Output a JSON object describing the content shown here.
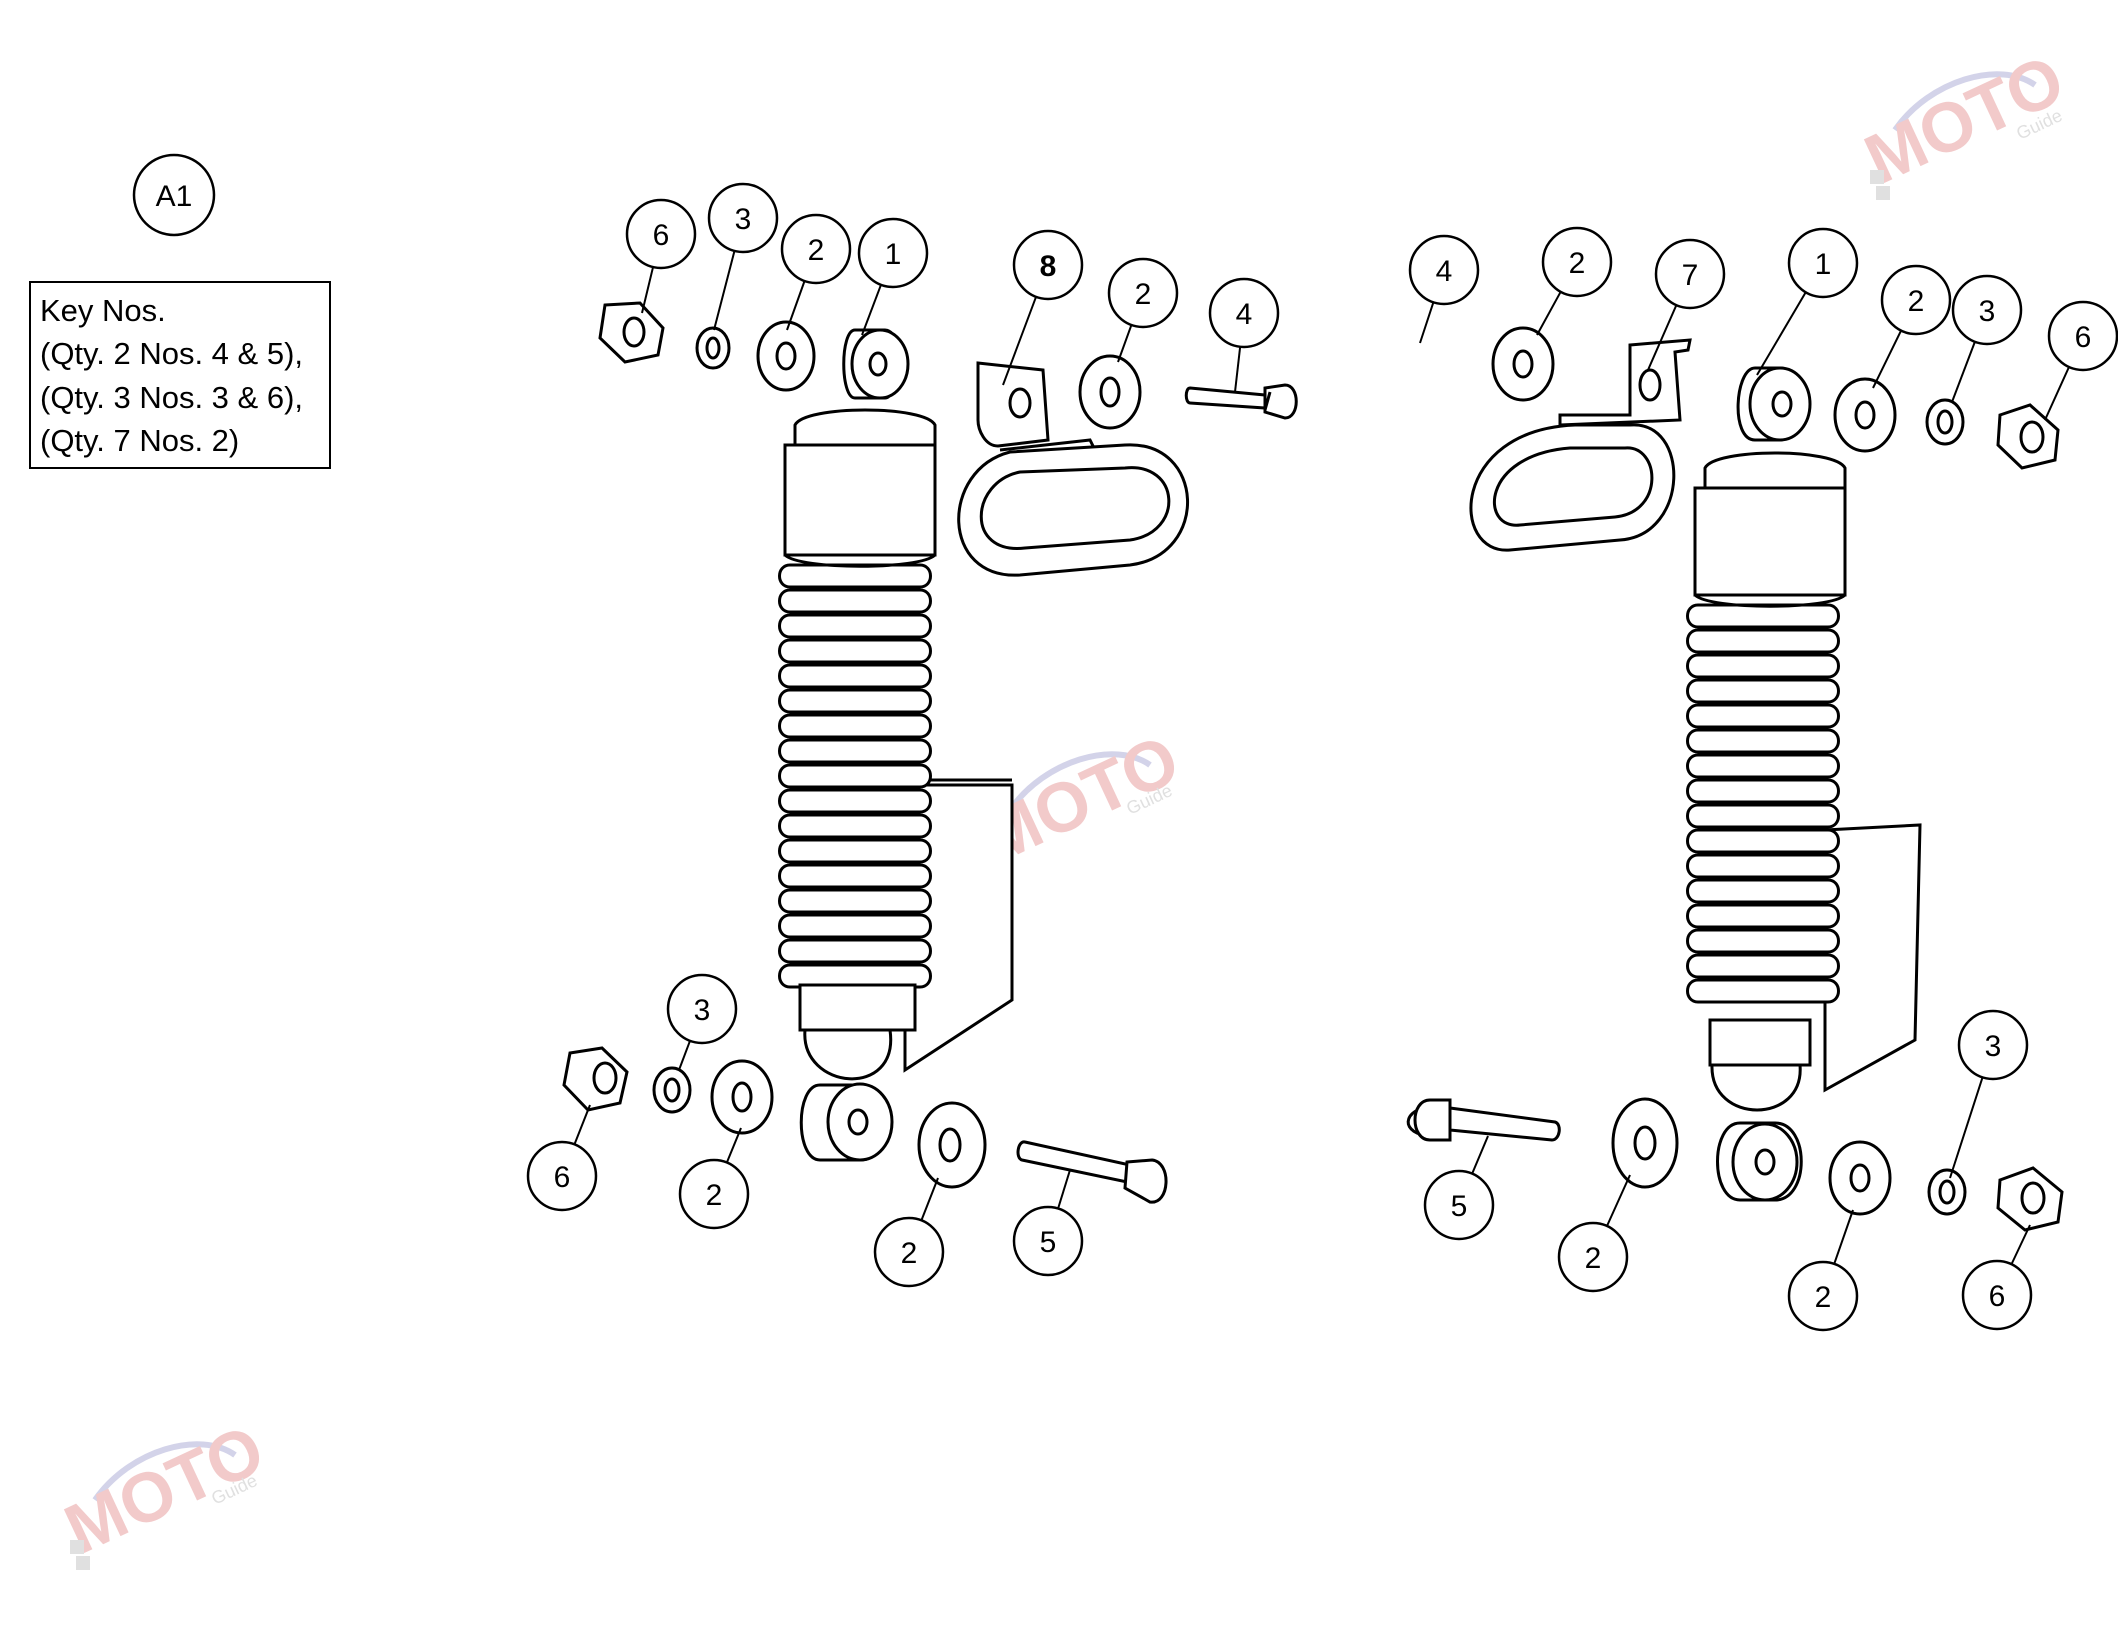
{
  "diagram": {
    "section_label": "A1",
    "key_notes": {
      "lines": [
        "Key Nos.",
        "(Qty. 2 Nos. 4 & 5),",
        "(Qty. 3 Nos. 3 & 6),",
        "(Qty. 7 Nos. 2)"
      ]
    },
    "watermark": {
      "logo_text": "MOTO",
      "tagline": "Guide",
      "colors": {
        "primary": "#e8a0a0",
        "secondary": "#b0b0d8",
        "dark": "#c8c8c8"
      }
    },
    "callouts": [
      {
        "label": "6"
      },
      {
        "label": "3"
      },
      {
        "label": "2"
      },
      {
        "label": "1"
      },
      {
        "label": "8"
      },
      {
        "label": "2"
      },
      {
        "label": "4"
      },
      {
        "label": "3"
      },
      {
        "label": "6"
      },
      {
        "label": "2"
      },
      {
        "label": "2"
      },
      {
        "label": "5"
      },
      {
        "label": "4"
      },
      {
        "label": "2"
      },
      {
        "label": "7"
      },
      {
        "label": "1"
      },
      {
        "label": "2"
      },
      {
        "label": "3"
      },
      {
        "label": "6"
      },
      {
        "label": "5"
      },
      {
        "label": "2"
      },
      {
        "label": "2"
      },
      {
        "label": "3"
      },
      {
        "label": "6"
      }
    ],
    "line_color": "#000000",
    "fill_color": "#ffffff"
  }
}
